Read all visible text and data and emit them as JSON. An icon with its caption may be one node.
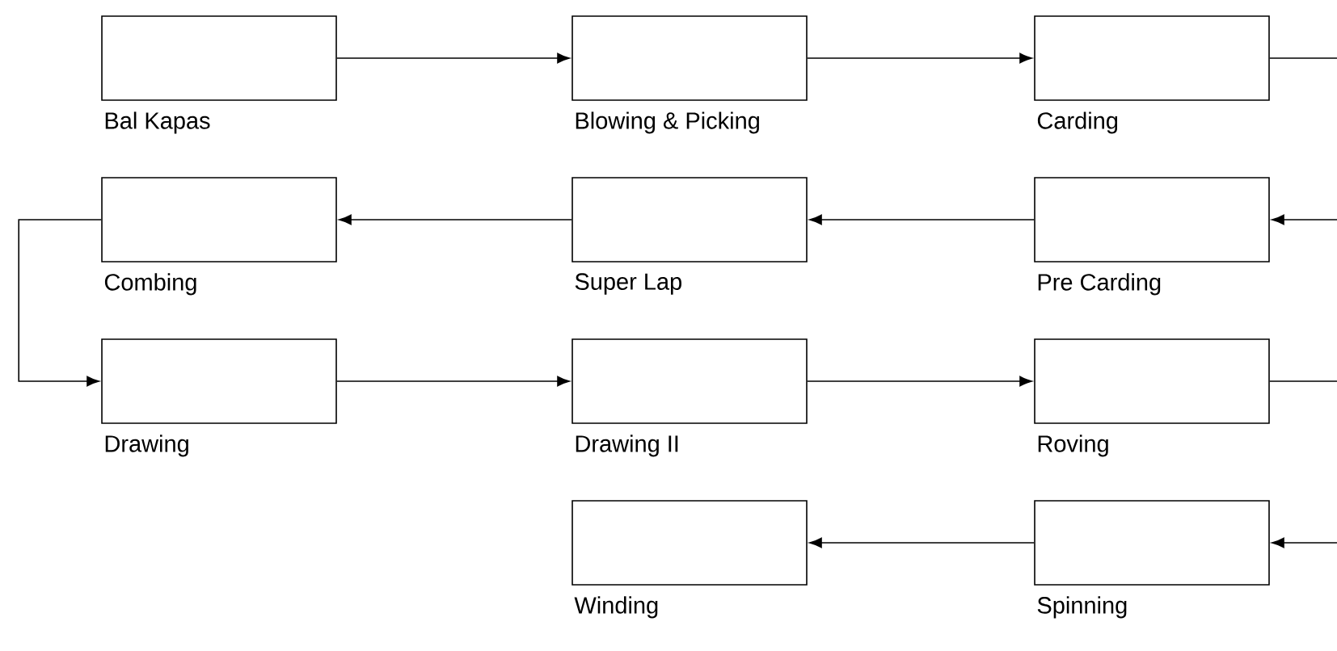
{
  "diagram": {
    "nodes": [
      {
        "text": [
          "Bal Kapas"
        ]
      },
      {
        "text": [
          "Blowing & Picking"
        ]
      },
      {
        "text": [
          "Carding"
        ]
      },
      {
        "text": [
          "Combing"
        ]
      },
      {
        "text": [
          "Super Lap"
        ]
      },
      {
        "text": [
          "Pre Carding"
        ]
      },
      {
        "text": [
          "Drawing"
        ]
      },
      {
        "text": [
          "Drawing II"
        ]
      },
      {
        "text": [
          "Roving"
        ]
      },
      {
        "text": [
          "Winding"
        ]
      },
      {
        "text": [
          "Spinning"
        ]
      }
    ],
    "edges": [
      {
        "from": 0,
        "to": 1,
        "arrow": "to"
      },
      {
        "from": 1,
        "to": 2,
        "arrow": "to"
      },
      {
        "from": 2,
        "to": null,
        "arrow": "none"
      },
      {
        "from": null,
        "to": 5,
        "arrow": "to"
      },
      {
        "from": 5,
        "to": 4,
        "arrow": "to"
      },
      {
        "from": 4,
        "to": 3,
        "arrow": "to"
      },
      {
        "from": 3,
        "to": 6,
        "arrow": "to"
      },
      {
        "from": 6,
        "to": 7,
        "arrow": "to"
      },
      {
        "from": 7,
        "to": 8,
        "arrow": "to"
      },
      {
        "from": 8,
        "to": null,
        "arrow": "none"
      },
      {
        "from": null,
        "to": 10,
        "arrow": "to"
      },
      {
        "from": 10,
        "to": 9,
        "arrow": "to"
      }
    ]
  }
}
